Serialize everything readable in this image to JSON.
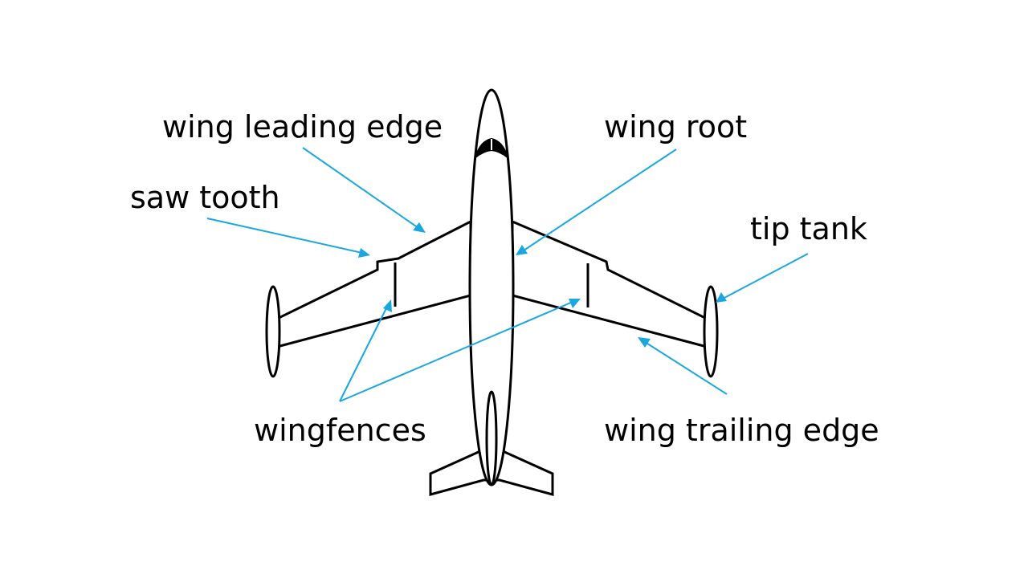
{
  "labels": {
    "wing_leading_edge": "wing leading edge",
    "wing_root": "wing root",
    "saw_tooth": "saw tooth",
    "tip_tank": "tip tank",
    "wingfences": "wingfences",
    "wing_trailing_edge": "wing trailing edge"
  },
  "colors": {
    "leader_line": "#1aa7e0",
    "outline": "#000000",
    "background": "#ffffff"
  }
}
